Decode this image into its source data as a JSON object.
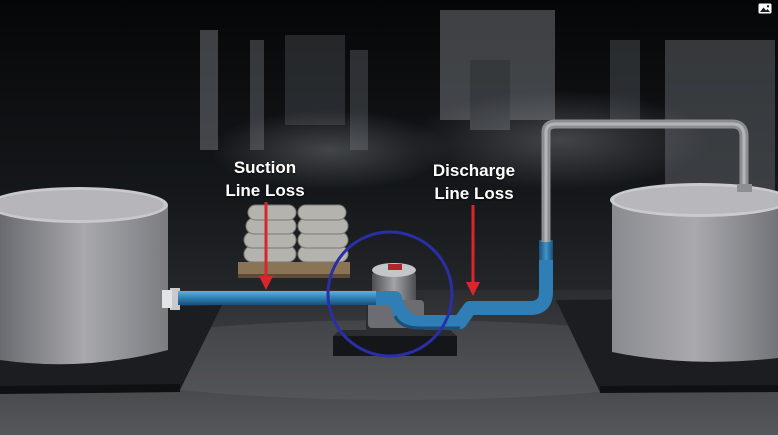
{
  "annotations": {
    "suction": {
      "line1": "Suction",
      "line2": "Line Loss"
    },
    "discharge": {
      "line1": "Discharge",
      "line2": "Line Loss"
    }
  },
  "icons": {
    "corner_badge": "image-icon"
  },
  "colors": {
    "pipe": "#2f7fb6",
    "arrow": "#d8262c",
    "highlight_circle": "#2a2fa8",
    "label_text": "#ffffff"
  }
}
